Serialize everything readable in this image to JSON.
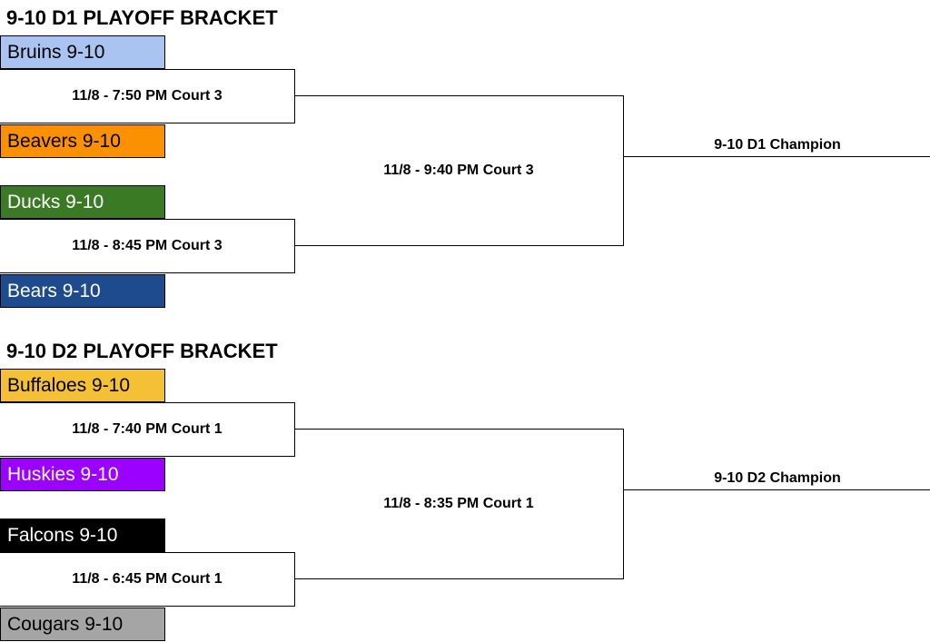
{
  "brackets": [
    {
      "title": "9-10 D1 PLAYOFF BRACKET",
      "teams": [
        {
          "name": "Bruins 9-10",
          "bg": "#a9c4f1",
          "fg": "#000000"
        },
        {
          "name": "Beavers 9-10",
          "bg": "#fb9101",
          "fg": "#000000"
        },
        {
          "name": "Ducks 9-10",
          "bg": "#3b7a24",
          "fg": "#ffffff"
        },
        {
          "name": "Bears 9-10",
          "bg": "#1e4b8d",
          "fg": "#ffffff"
        }
      ],
      "game1": "11/8 - 7:50 PM Court 3",
      "game2": "11/8 - 8:45 PM Court 3",
      "final": "11/8 - 9:40 PM Court 3",
      "champion": "9-10 D1 Champion"
    },
    {
      "title": "9-10 D2 PLAYOFF BRACKET",
      "teams": [
        {
          "name": "Buffaloes 9-10",
          "bg": "#f3c036",
          "fg": "#000000"
        },
        {
          "name": "Huskies 9-10",
          "bg": "#9b01ff",
          "fg": "#ffffff"
        },
        {
          "name": "Falcons 9-10",
          "bg": "#000000",
          "fg": "#ffffff"
        },
        {
          "name": "Cougars 9-10",
          "bg": "#a5a5a5",
          "fg": "#000000"
        }
      ],
      "game1": "11/8 - 7:40 PM Court 1",
      "game2": "11/8 - 6:45 PM Court 1",
      "final": "11/8 - 8:35 PM Court 1",
      "champion": "9-10 D2 Champion"
    }
  ]
}
